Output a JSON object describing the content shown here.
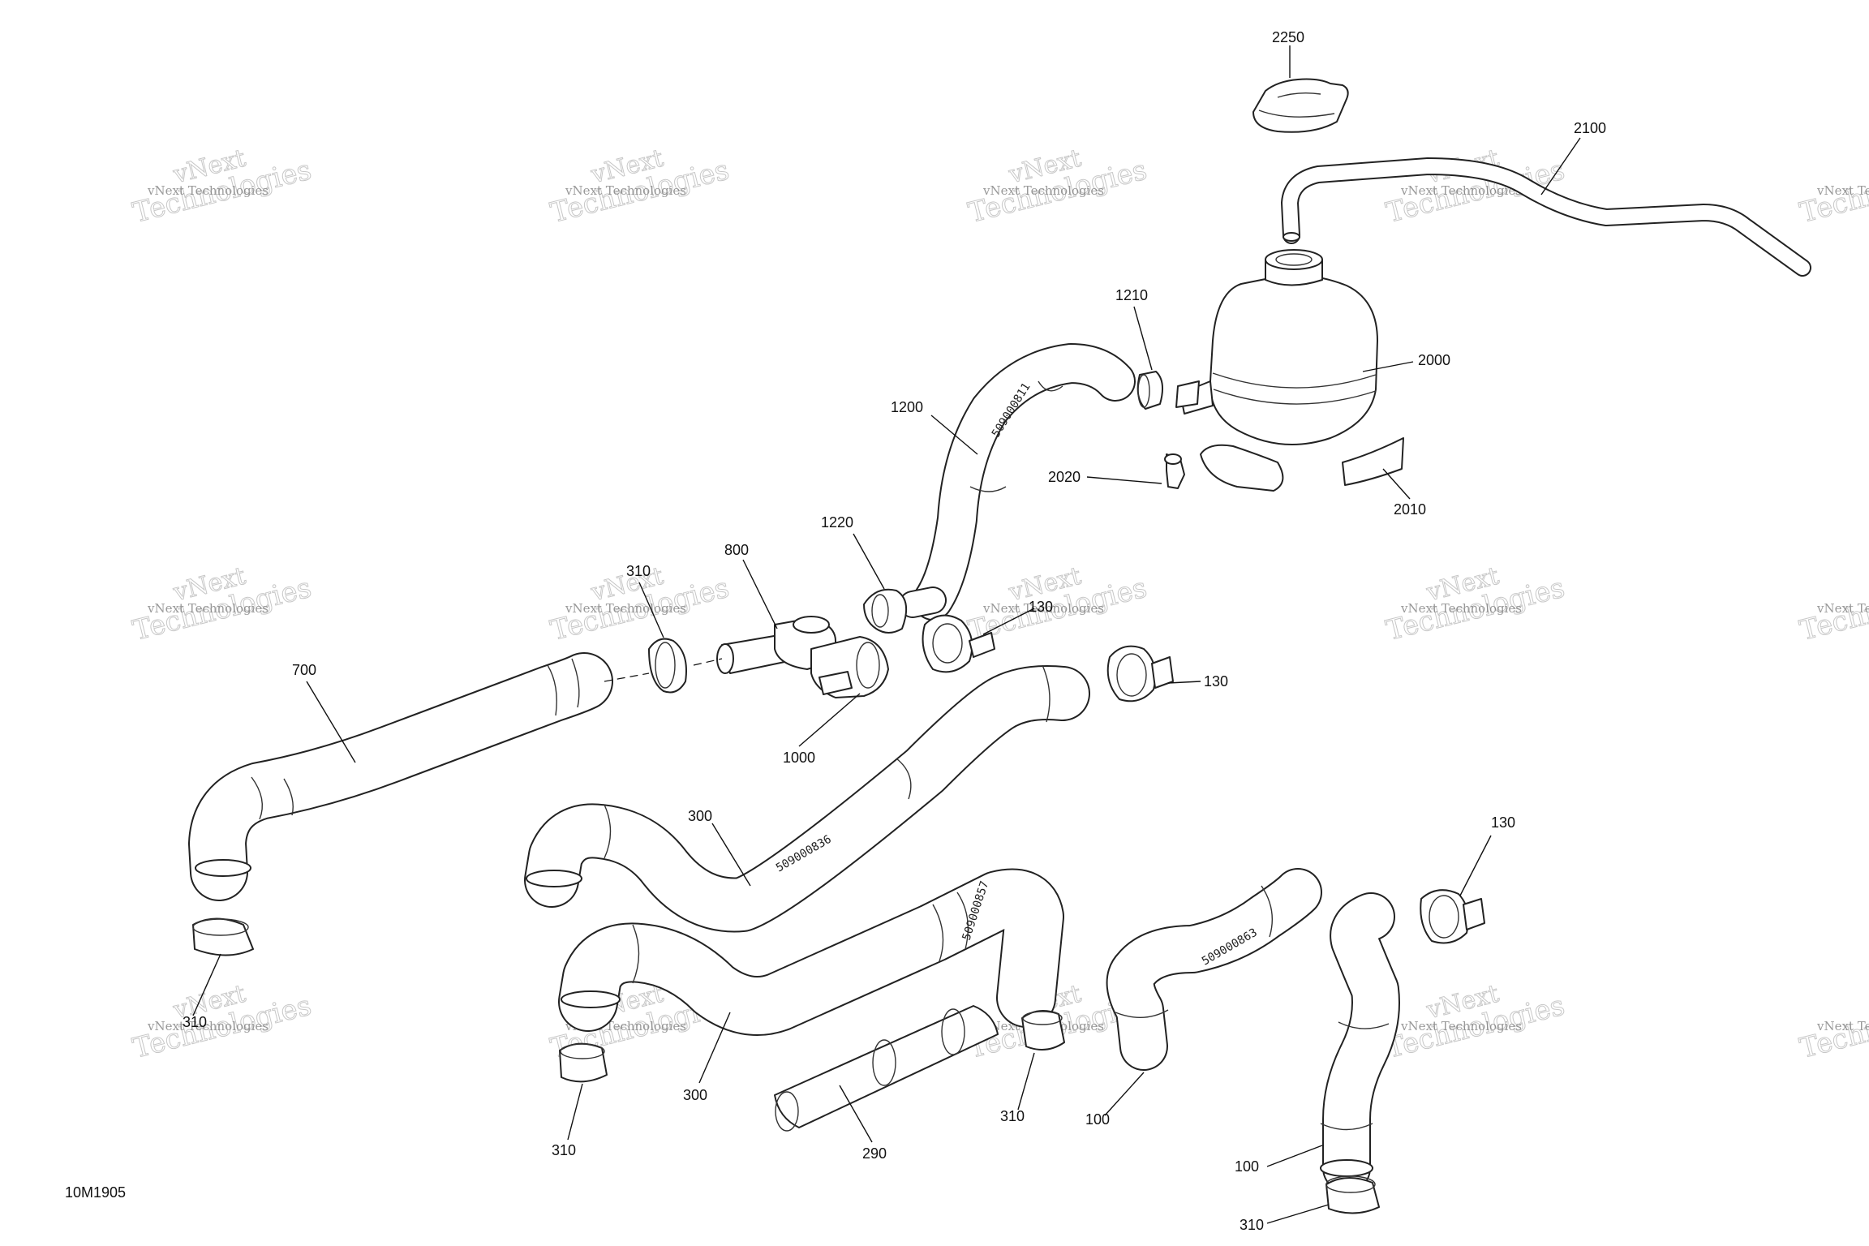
{
  "drawing_id": "10M1905",
  "watermark": {
    "line1": "vNext Technologies",
    "line2": "vNext",
    "line3": "Technologies"
  },
  "labels": {
    "l2250": "2250",
    "l2100": "2100",
    "l1210": "1210",
    "l2000": "2000",
    "l1200": "1200",
    "l2020": "2020",
    "l2010": "2010",
    "l1220": "1220",
    "l800": "800",
    "l310a": "310",
    "l130a": "130",
    "l130b": "130",
    "l700": "700",
    "l1000": "1000",
    "l300a": "300",
    "l130c": "130",
    "l310b": "310",
    "l300b": "300",
    "l310c": "310",
    "l290": "290",
    "l310d": "310",
    "l100a": "100",
    "l100b": "100",
    "l310e": "310"
  },
  "stamps": {
    "s1200": "509000811",
    "s300a": "509000836",
    "s300b": "509000857",
    "s100": "509000863"
  }
}
